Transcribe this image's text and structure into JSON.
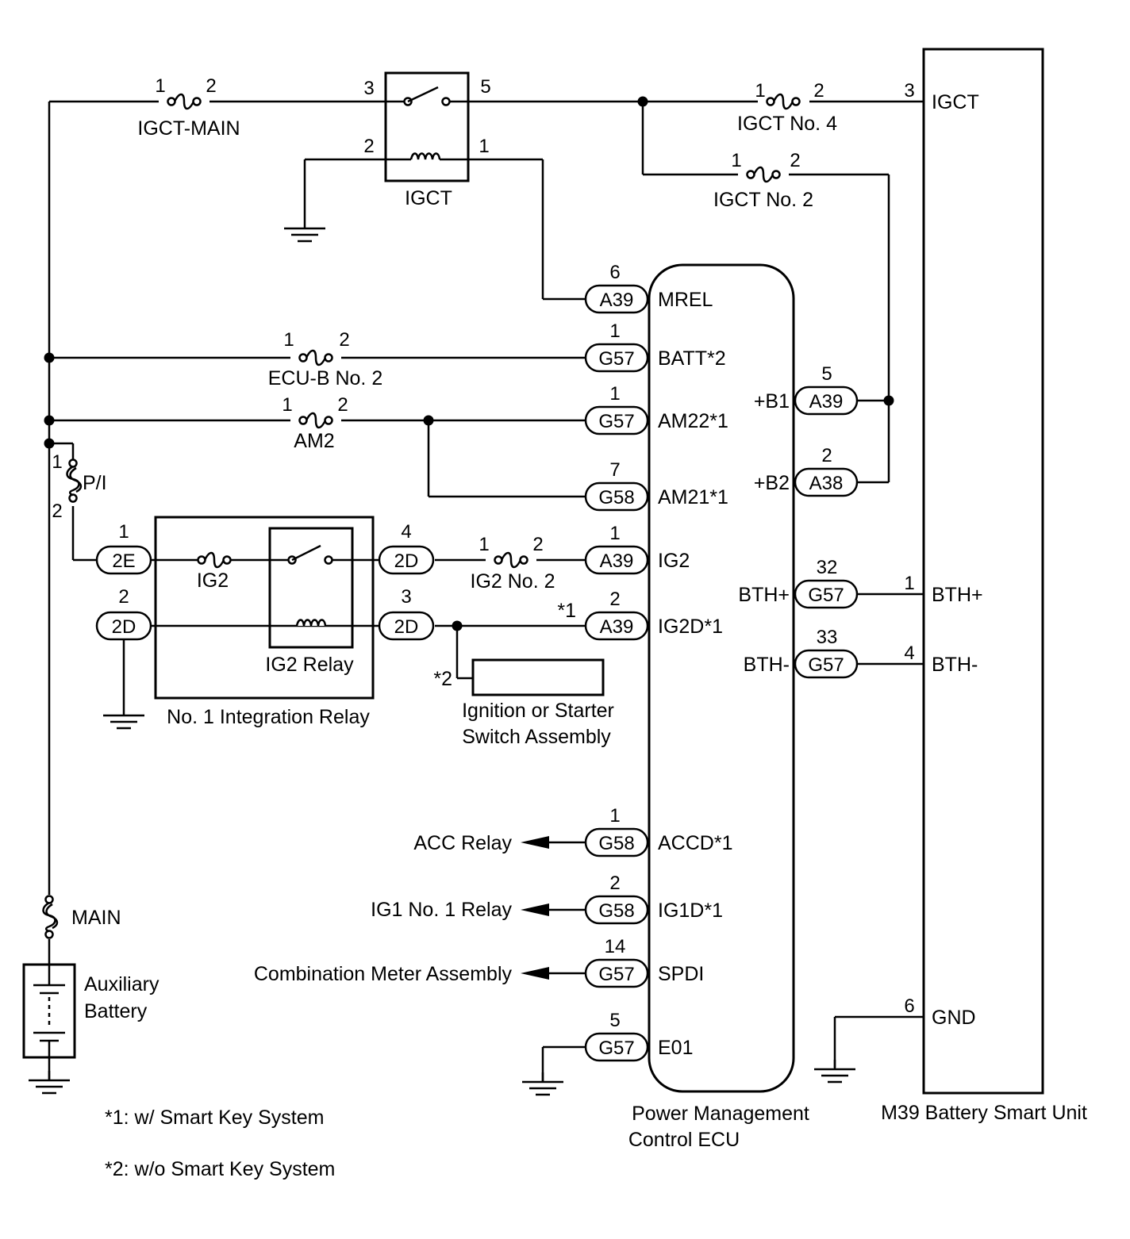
{
  "fuses": {
    "igct_main": {
      "label": "IGCT-MAIN",
      "pin1": "1",
      "pin2": "2"
    },
    "igct_no4": {
      "label": "IGCT No. 4",
      "pin1": "1",
      "pin2": "2"
    },
    "igct_no2": {
      "label": "IGCT No. 2",
      "pin1": "1",
      "pin2": "2"
    },
    "ecu_b_no2": {
      "label": "ECU-B No. 2",
      "pin1": "1",
      "pin2": "2"
    },
    "am2": {
      "label": "AM2",
      "pin1": "1",
      "pin2": "2"
    },
    "pi": {
      "label": "P/I",
      "pin1": "1",
      "pin2": "2"
    },
    "ig2": {
      "label": "IG2"
    },
    "ig2_no2": {
      "label": "IG2 No. 2",
      "pin1": "1",
      "pin2": "2"
    },
    "main": {
      "label": "MAIN"
    }
  },
  "igct_relay": {
    "label": "IGCT",
    "pin3": "3",
    "pin5": "5",
    "pin2": "2",
    "pin1": "1"
  },
  "integration_relay": {
    "label": "No. 1 Integration Relay",
    "relay_label": "IG2 Relay",
    "in_top": {
      "code": "2E",
      "pin": "1"
    },
    "in_bottom": {
      "code": "2D",
      "pin": "2"
    },
    "out_top": {
      "code": "2D",
      "pin": "4"
    },
    "out_bottom": {
      "code": "2D",
      "pin": "3"
    }
  },
  "ignition_switch": {
    "label_line1": "Ignition or Starter",
    "label_line2": "Switch Assembly",
    "note": "*2",
    "note1": "*1"
  },
  "ecu": {
    "label_line1": "Power Management",
    "label_line2": "Control ECU",
    "left_pins": [
      {
        "pin": "6",
        "code": "A39",
        "name": "MREL"
      },
      {
        "pin": "1",
        "code": "G57",
        "name": "BATT*2"
      },
      {
        "pin": "1",
        "code": "G57",
        "name": "AM22*1"
      },
      {
        "pin": "7",
        "code": "G58",
        "name": "AM21*1"
      },
      {
        "pin": "1",
        "code": "A39",
        "name": "IG2"
      },
      {
        "pin": "2",
        "code": "A39",
        "name": "IG2D*1"
      },
      {
        "pin": "1",
        "code": "G58",
        "name": "ACCD*1"
      },
      {
        "pin": "2",
        "code": "G58",
        "name": "IG1D*1"
      },
      {
        "pin": "14",
        "code": "G57",
        "name": "SPDI"
      },
      {
        "pin": "5",
        "code": "G57",
        "name": "E01"
      }
    ],
    "right_pins": [
      {
        "pin": "5",
        "code": "A39",
        "name": "+B1"
      },
      {
        "pin": "2",
        "code": "A38",
        "name": "+B2"
      },
      {
        "pin": "32",
        "code": "G57",
        "name": "BTH+"
      },
      {
        "pin": "33",
        "code": "G57",
        "name": "BTH-"
      }
    ]
  },
  "outputs": {
    "acc": "ACC Relay",
    "ig1": "IG1 No. 1 Relay",
    "meter": "Combination Meter Assembly"
  },
  "battery_unit": {
    "label": "M39 Battery Smart Unit",
    "pins": [
      {
        "pin": "3",
        "name": "IGCT"
      },
      {
        "pin": "1",
        "name": "BTH+"
      },
      {
        "pin": "4",
        "name": "BTH-"
      },
      {
        "pin": "6",
        "name": "GND"
      }
    ]
  },
  "aux_battery": {
    "line1": "Auxiliary",
    "line2": "Battery"
  },
  "notes": {
    "n1": "*1: w/ Smart Key System",
    "n2": "*2: w/o Smart Key System"
  }
}
